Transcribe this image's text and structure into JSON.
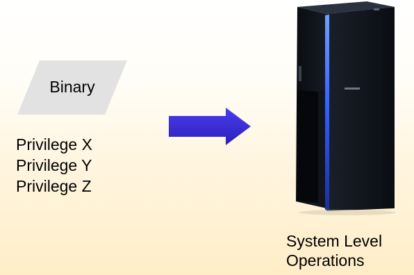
{
  "input": {
    "shape_label": "Binary",
    "privileges": [
      "Privilege X",
      "Privilege Y",
      "Privilege Z"
    ]
  },
  "flow": {
    "arrow_icon": "right-arrow-icon"
  },
  "output": {
    "image_icon": "mainframe-server-icon",
    "caption_lines": [
      "System Level",
      "Operations"
    ]
  },
  "colors": {
    "parallelogram_fill": "#e2e2e2",
    "arrow_fill": "#3b2dd6",
    "server_body": "#0d1117",
    "server_stripe": "#3a6cff"
  }
}
